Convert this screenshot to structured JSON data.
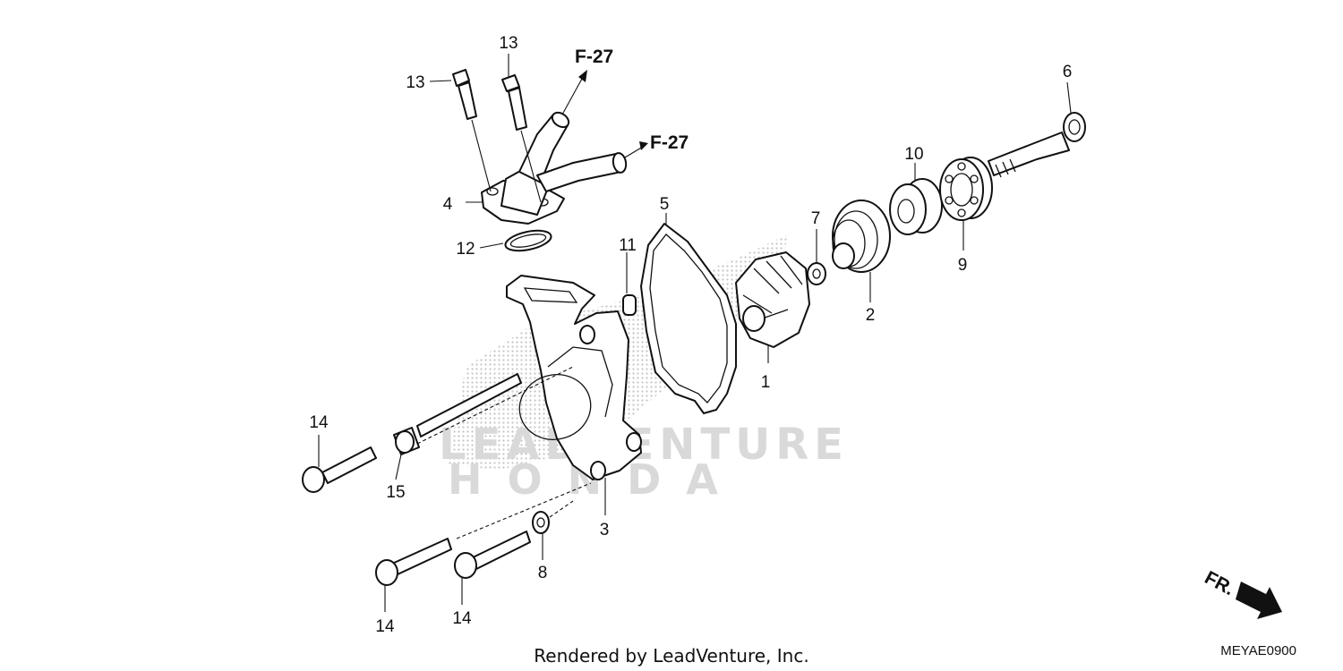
{
  "watermark": {
    "top_word": "LEADVENTURE",
    "bottom_word": "HONDA"
  },
  "refs": {
    "upper": "F-27",
    "side": "F-27"
  },
  "callouts": [
    {
      "id": "c1",
      "label": "1"
    },
    {
      "id": "c2",
      "label": "2"
    },
    {
      "id": "c3",
      "label": "3"
    },
    {
      "id": "c4",
      "label": "4"
    },
    {
      "id": "c5",
      "label": "5"
    },
    {
      "id": "c6",
      "label": "6"
    },
    {
      "id": "c7",
      "label": "7"
    },
    {
      "id": "c8",
      "label": "8"
    },
    {
      "id": "c9",
      "label": "9"
    },
    {
      "id": "c10",
      "label": "10"
    },
    {
      "id": "c11",
      "label": "11"
    },
    {
      "id": "c12",
      "label": "12"
    },
    {
      "id": "c13a",
      "label": "13"
    },
    {
      "id": "c13b",
      "label": "13"
    },
    {
      "id": "c14a",
      "label": "14"
    },
    {
      "id": "c14b",
      "label": "14"
    },
    {
      "id": "c14c",
      "label": "14"
    },
    {
      "id": "c15",
      "label": "15"
    }
  ],
  "direction_marker": {
    "label": "FR."
  },
  "footer": {
    "credit": "Rendered by LeadVenture, Inc.",
    "diagram_code": "MEYAE0900"
  }
}
